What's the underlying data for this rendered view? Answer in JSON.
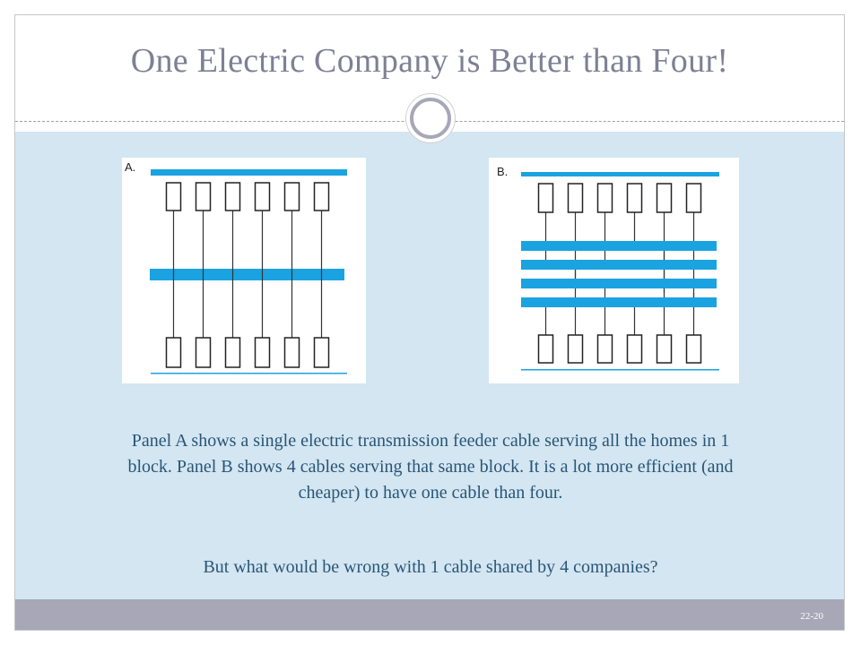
{
  "slide": {
    "title": "One Electric Company is Better than Four!",
    "page_number": "22-20"
  },
  "panels": {
    "a": {
      "label": "A."
    },
    "b": {
      "label": "B."
    }
  },
  "text": {
    "description": "Panel A shows a single electric transmission feeder cable serving all the homes in 1 block.  Panel B shows 4 cables serving that same block. It is a lot more efficient (and cheaper) to have one cable than four.",
    "question": "But what would be wrong with 1 cable shared by 4 companies?"
  },
  "colors": {
    "title": "#7f7f95",
    "cable": "#1aa3e0",
    "body_text": "#2a5576",
    "content_background": "#d3e6f2",
    "footer": "#a7a7b8"
  }
}
